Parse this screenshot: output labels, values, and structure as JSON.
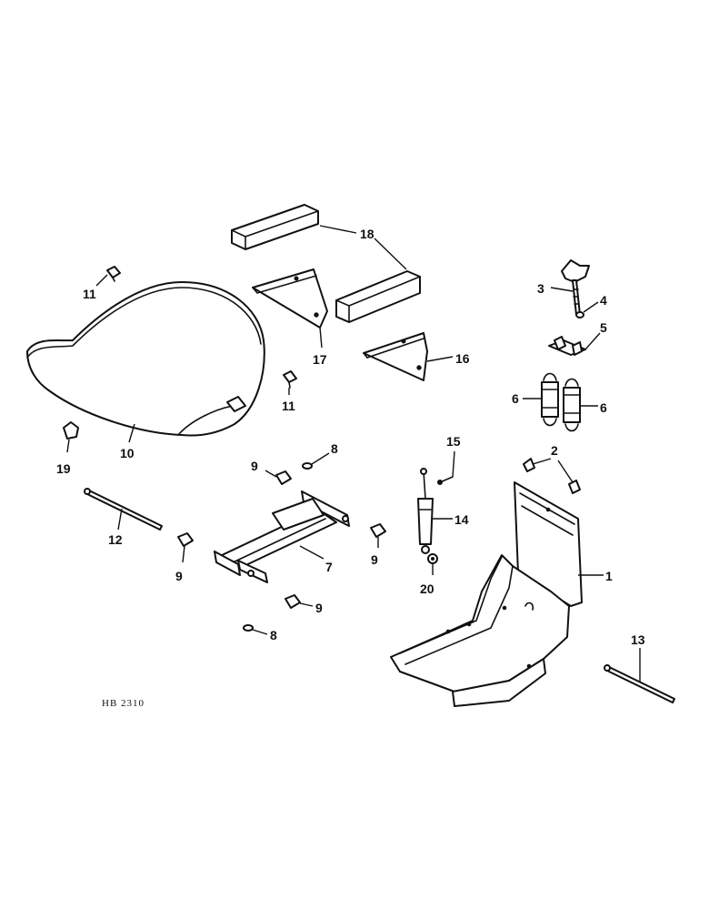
{
  "callouts": {
    "c1": "1",
    "c2": "2",
    "c3": "3",
    "c4": "4",
    "c5": "5",
    "c6a": "6",
    "c6b": "6",
    "c7": "7",
    "c8a": "8",
    "c8b": "8",
    "c9a": "9",
    "c9b": "9",
    "c9c": "9",
    "c9d": "9",
    "c10": "10",
    "c11a": "11",
    "c11b": "11",
    "c12": "12",
    "c13": "13",
    "c14": "14",
    "c15": "15",
    "c16": "16",
    "c17": "17",
    "c18": "18",
    "c19": "19",
    "c20": "20"
  },
  "reference_code": "HB 2310",
  "line_color": "#111111",
  "background_color": "#ffffff"
}
